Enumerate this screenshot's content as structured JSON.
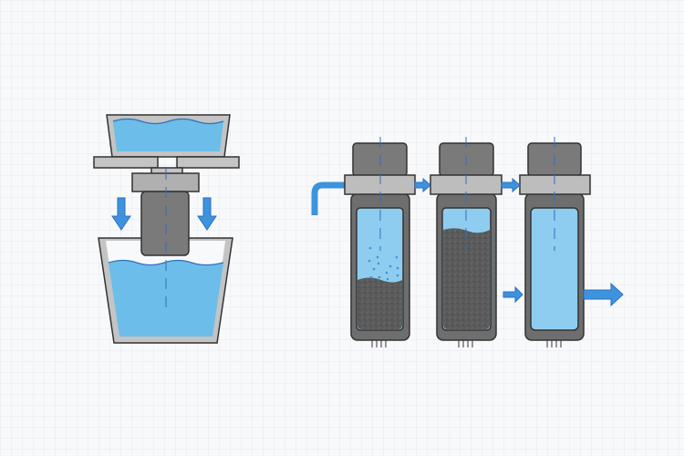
{
  "diagram": {
    "description_text": "",
    "colors": {
      "water": "#6cbde9",
      "water_light": "#8fcdf0",
      "arrow": "#3d93dd",
      "housing_dark": "#6e6e6e",
      "housing_light": "#bfbfbf",
      "sediment": "#555555",
      "outline": "#333333",
      "axis_line": "#2f6fc0"
    },
    "icons": [
      "gravity-filter",
      "three-stage-filter",
      "flow-arrow"
    ]
  }
}
